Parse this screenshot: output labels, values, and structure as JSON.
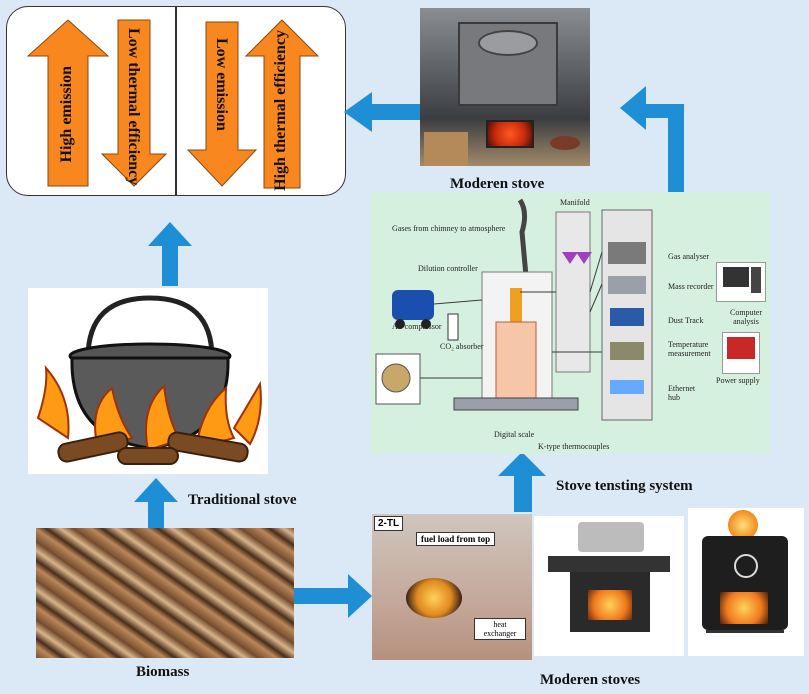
{
  "emission_box": {
    "left_down_arrow": "Low thermal efficiency",
    "left_up_arrow": "High emission",
    "right_down_arrow": "Low emission",
    "right_up_arrow": "High thermal efficiency"
  },
  "labels": {
    "modern_stove_top": "Moderen stove",
    "traditional_stove": "Traditional stove",
    "stove_testing_system": "Stove tensting system",
    "biomass": "Biomass",
    "modern_stoves_bottom": "Moderen stoves"
  },
  "testing_system": {
    "gases": "Gases from chimney to atmosphere",
    "manifold": "Manifold",
    "dilution": "Dilution controller",
    "air_compressor": "Air compressor",
    "co2_absorber": "CO₂ absorber",
    "digital_scale": "Digital scale",
    "k_type": "K-type thermocouples",
    "gas_analyser": "Gas analyser",
    "mass_recorder": "Mass recorder",
    "dust_track": "Dust Track",
    "temperature": "Temperature measurement",
    "ethernet": "Ethernet hub",
    "computer": "Computer analysis",
    "power_supply": "Power supply"
  },
  "stove_photo": {
    "tag": "2-TL",
    "fuel_load": "fuel load from top",
    "heat_exchanger": "heat exchanger"
  },
  "colors": {
    "arrow_blue": "#1e8fd5",
    "orange": "#f7871e",
    "test_bg": "#d6f0df"
  }
}
